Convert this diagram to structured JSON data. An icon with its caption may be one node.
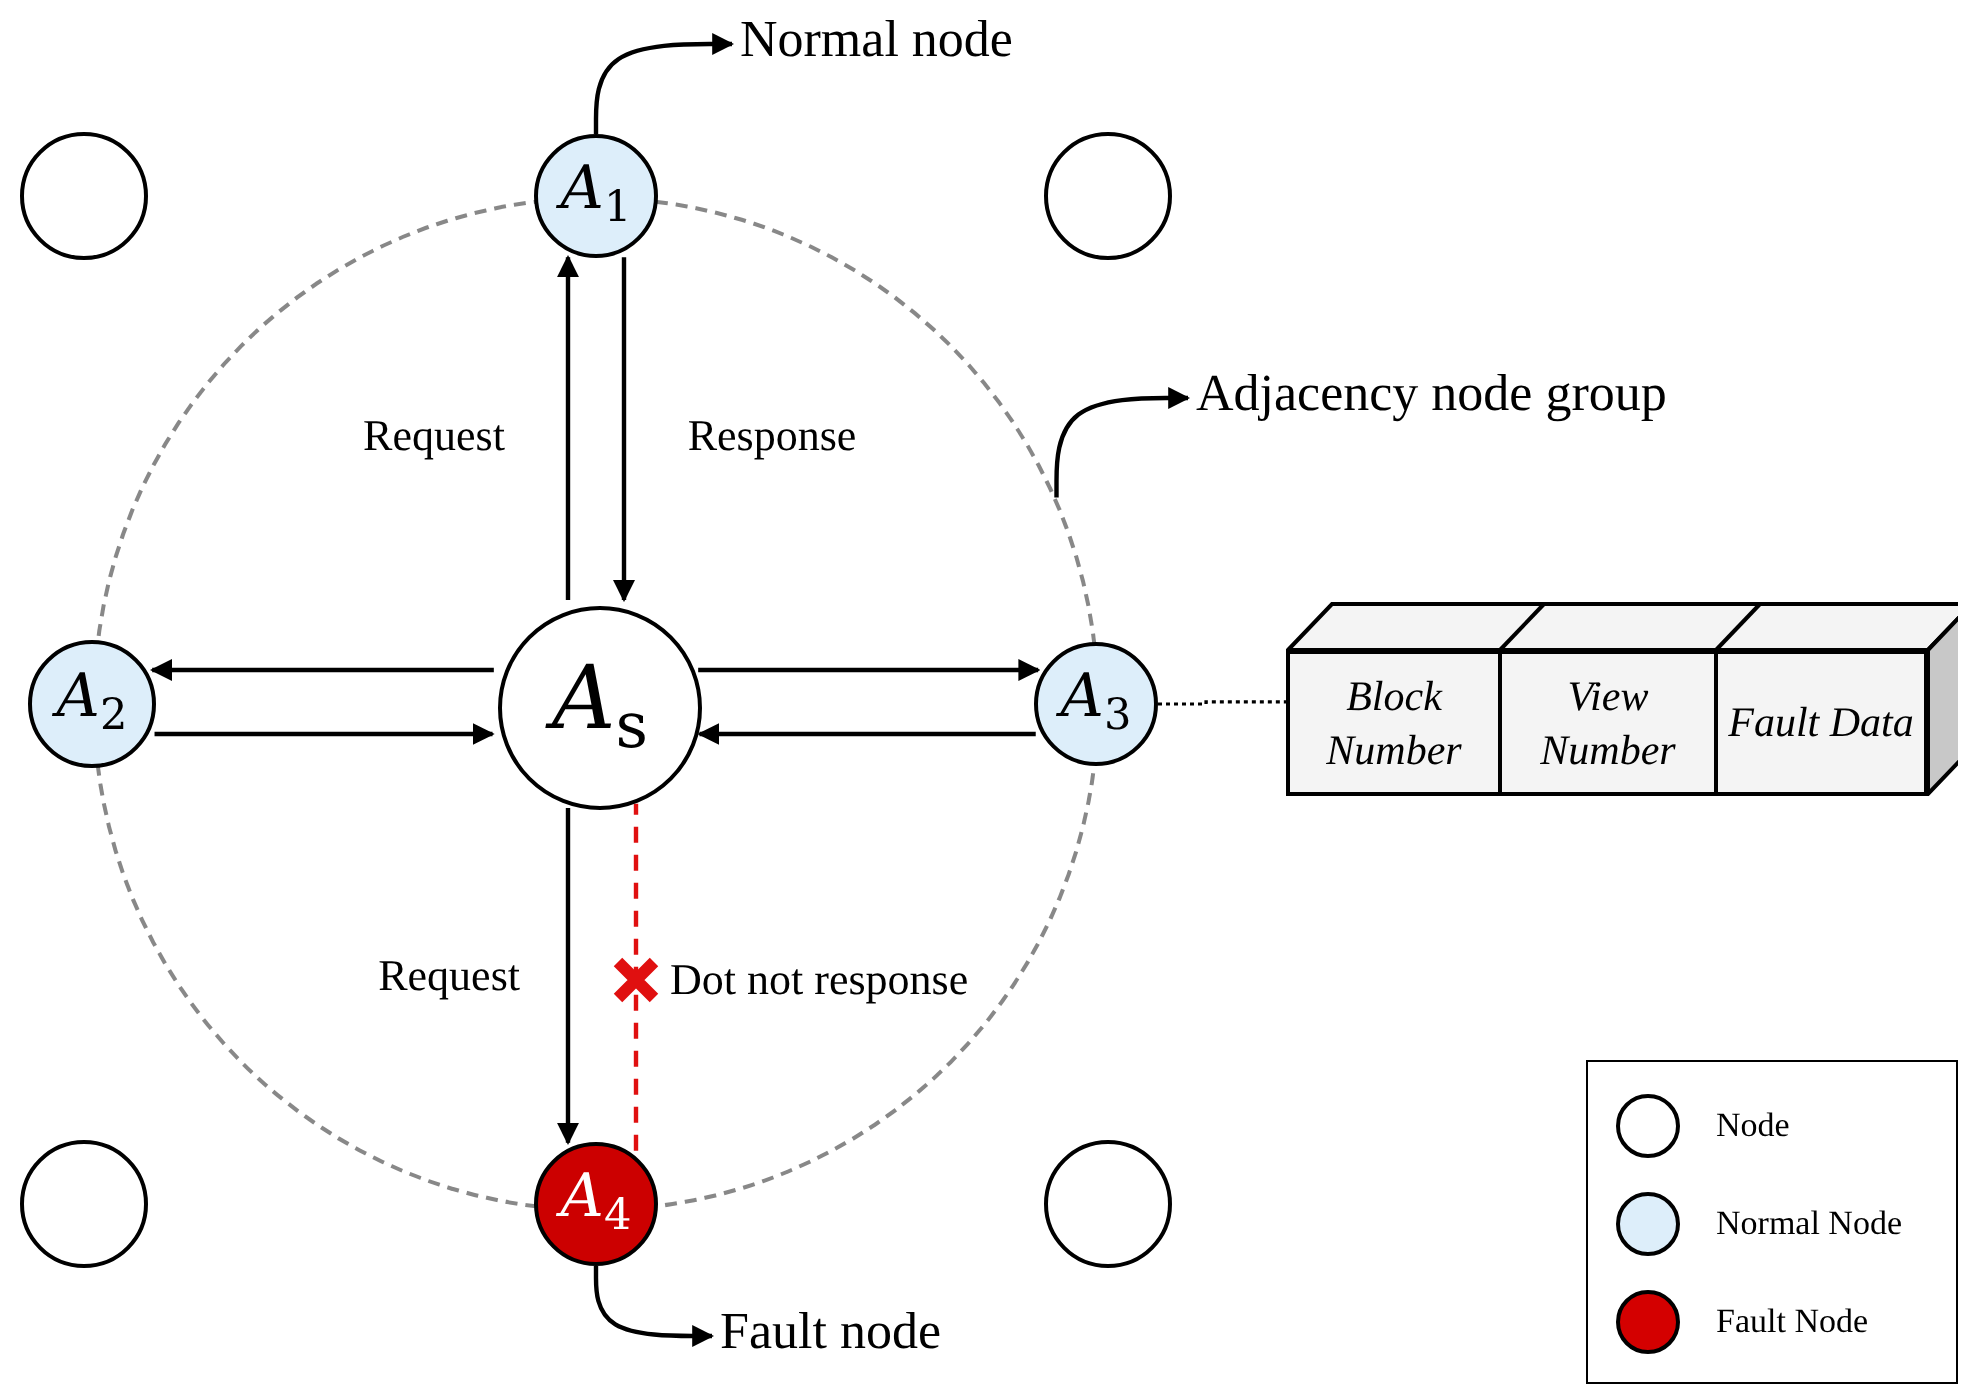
{
  "diagram": {
    "nodes": [
      {
        "text": [],
        "shape": "circle"
      },
      {
        "text": [],
        "shape": "circle"
      },
      {
        "text": [
          "*A*$_{1}$"
        ]
      },
      {
        "text": [],
        "shape": "circle"
      },
      {
        "text": [
          "Normal node"
        ]
      },
      {
        "text": [
          "Adjacency node group"
        ]
      },
      {
        "text": [
          "*A*$_{2}$"
        ]
      },
      {
        "text": [
          "*A*$_{s}$"
        ],
        "in": 0
      },
      {
        "text": [
          "*A*$_{3}$"
        ]
      },
      {
        "text": [],
        "shape": "box"
      },
      {
        "text": [
          "Block Number"
        ],
        "in": 9
      },
      {
        "text": [
          "View Number"
        ],
        "in": 9
      },
      {
        "text": [
          "Fault Data"
        ],
        "in": 9
      },
      {
        "text": [],
        "shape": "circle"
      },
      {
        "text": [
          "*A*$_{4}$"
        ]
      },
      {
        "text": [],
        "shape": "circle"
      },
      {
        "text": [
          "Fault node"
        ]
      }
    ],
    "edges": [
      {
        "from": 2,
        "to": 4,
        "arrow": "to"
      },
      {
        "from": 0,
        "to": 5,
        "arrow": "to"
      },
      {
        "from": 7,
        "to": 2,
        "arrow": "to",
        "label": "Request"
      },
      {
        "from": 2,
        "to": 7,
        "arrow": "to",
        "label": "Response"
      },
      {
        "from": 7,
        "to": 6,
        "arrow": "to"
      },
      {
        "from": 6,
        "to": 7,
        "arrow": "to"
      },
      {
        "from": 7,
        "to": 8,
        "arrow": "to"
      },
      {
        "from": 8,
        "to": 7,
        "arrow": "to"
      },
      {
        "from": 8,
        "to": 9,
        "arrow": "none",
        "style": "dashed"
      },
      {
        "from": 7,
        "to": 14,
        "arrow": "to",
        "label": "Request"
      },
      {
        "from": 14,
        "to": 7,
        "arrow": "none",
        "style": "dashed",
        "color": "#e01010",
        "label": "Dot not response"
      },
      {
        "from": 14,
        "to": 16,
        "arrow": "to"
      }
    ],
    "legend": [
      {
        "text": "Node",
        "color": "#ffffff"
      },
      {
        "text": "Normal Node",
        "color": "#ddeefa"
      },
      {
        "text": "Fault Node",
        "color": "#d40000"
      }
    ]
  }
}
